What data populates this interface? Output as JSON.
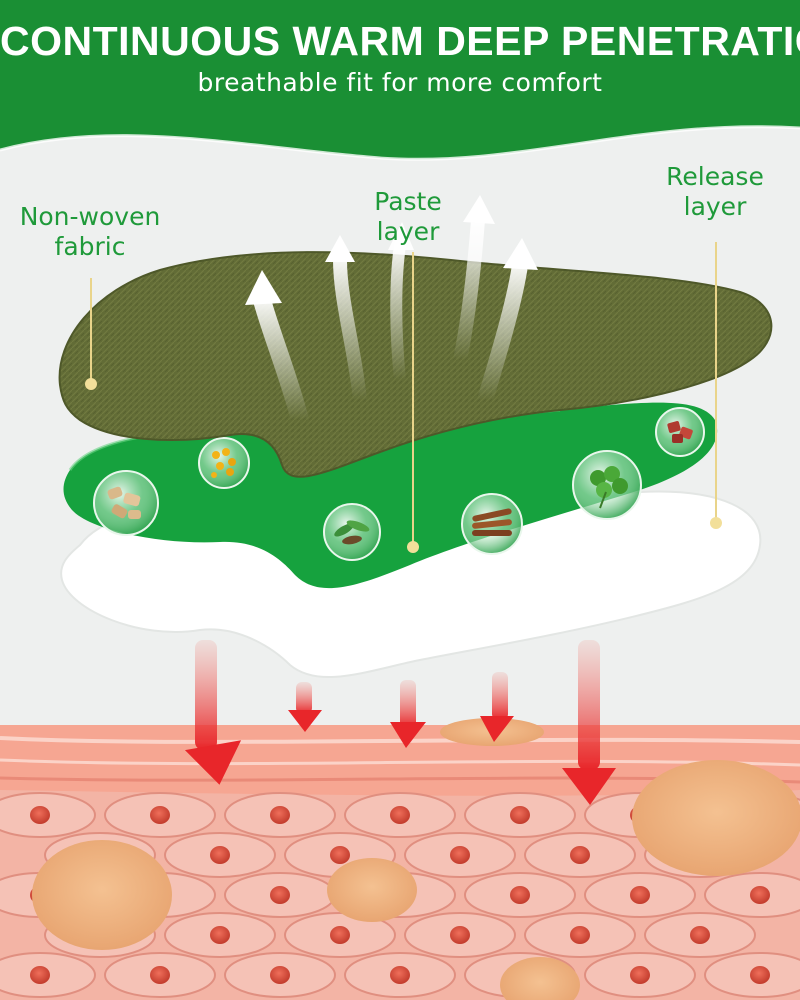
{
  "header": {
    "title": "CONTINUOUS WARM DEEP PENETRATIO",
    "subtitle": "breathable fit for more comfort"
  },
  "labels": {
    "nonwoven": [
      "Non-woven",
      "fabric"
    ],
    "paste": [
      "Paste",
      "layer"
    ],
    "release": [
      "Release",
      "layer"
    ]
  },
  "ingredients": [
    "ginger-slices-icon",
    "flowers-icon",
    "herb-leaves-icon",
    "cinnamon-sticks-icon",
    "parsley-icon",
    "red-root-icon"
  ],
  "colors": {
    "brand_green": "#1a8f34",
    "label_green": "#1f9a3a",
    "fabric_olive": "#5f6a34",
    "paste_green": "#16a23e",
    "release_white": "#ffffff",
    "skin_pink": "#ef9a8a",
    "arrow_red": "#e8262a",
    "leader_yellow": "#e9d48a"
  }
}
